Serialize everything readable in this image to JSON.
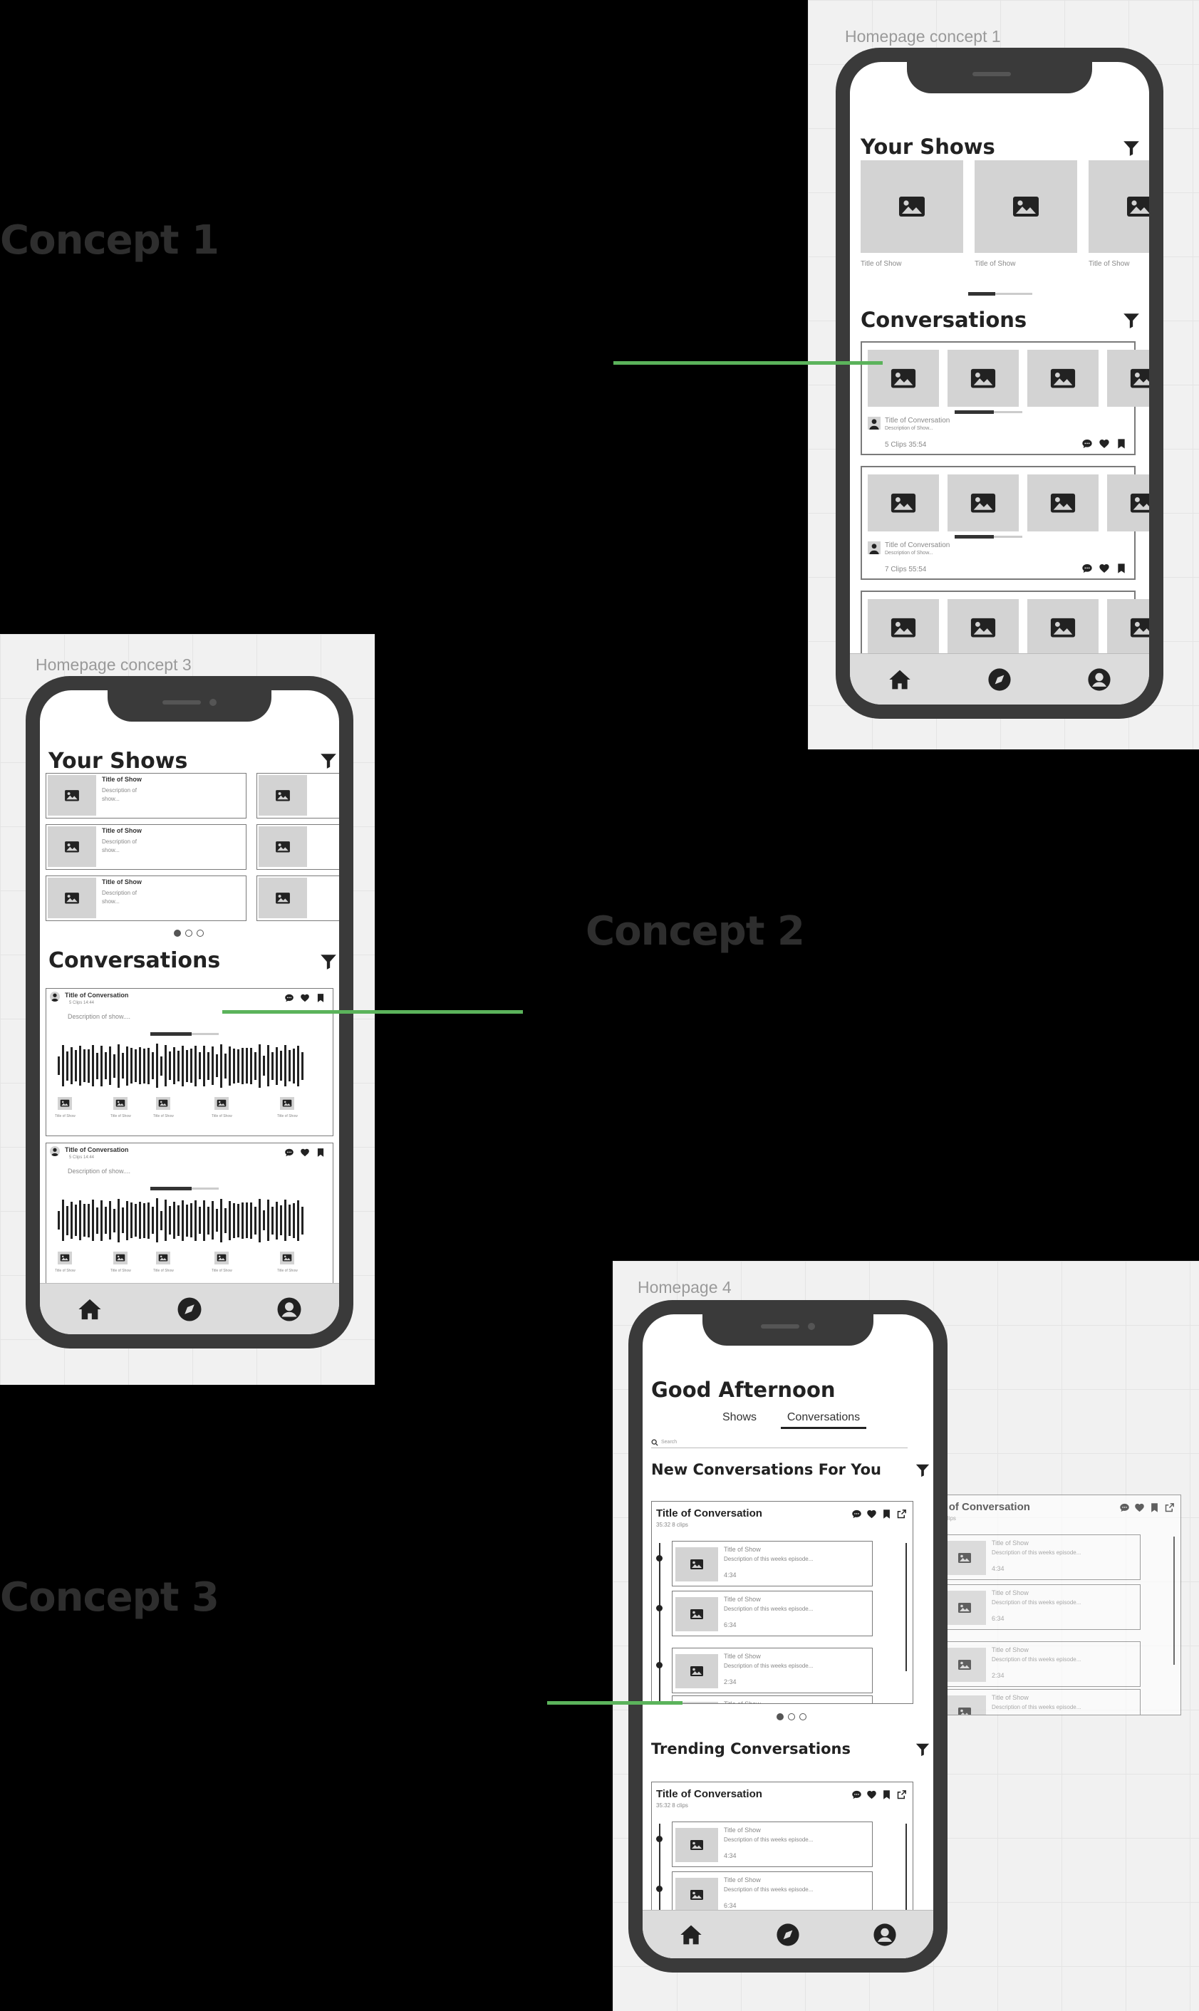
{
  "boards": {
    "concept1": "Homepage concept 1",
    "concept3": "Homepage concept 3",
    "concept4": "Homepage 4"
  },
  "concept_labels": {
    "c1": "Concept 1",
    "c2": "Concept 2",
    "c3": "Concept 3"
  },
  "p1": {
    "your_shows": "Your Shows",
    "show_title": "Title of Show",
    "conversations": "Conversations",
    "conv_title": "Title of Conversation",
    "conv_desc": "Description of Show...",
    "meta1": "5 Clips  35:54",
    "meta2": "7 Clips  55:54"
  },
  "p2": {
    "your_shows": "Your Shows",
    "show_title": "Title of Show",
    "show_desc_a": "Description of",
    "show_desc_b": "show...",
    "conversations": "Conversations",
    "conv_title": "Title of Conversation",
    "conv_meta": "5 Clips   14:44",
    "conv_desc": "Description of show....",
    "mini_title": "Title of Show"
  },
  "p3": {
    "greeting": "Good Afternoon",
    "tabs": [
      "Shows",
      "Conversations"
    ],
    "search_placeholder": "Search",
    "new_conv": "New Conversations For You",
    "trending": "Trending Conversations",
    "conv_title": "Title of Conversation",
    "conv_meta": "35:32   8 clips",
    "ep_title": "Title of Show",
    "ep_desc": "Description of this weeks episode...",
    "durations": [
      "4:34",
      "6:34",
      "2:34",
      "4:34"
    ]
  },
  "icons": {
    "home": "home-icon",
    "compass": "compass-icon",
    "profile": "profile-icon",
    "filter": "filter-icon",
    "image": "image-placeholder-icon",
    "comment": "comment-icon",
    "heart": "heart-icon",
    "bookmark": "bookmark-icon",
    "share": "share-icon"
  },
  "colors": {
    "connector": "#5bb35b",
    "phone": "#3a3a3a",
    "placeholder": "#d3d3d3",
    "board": "#f1f1f1"
  }
}
